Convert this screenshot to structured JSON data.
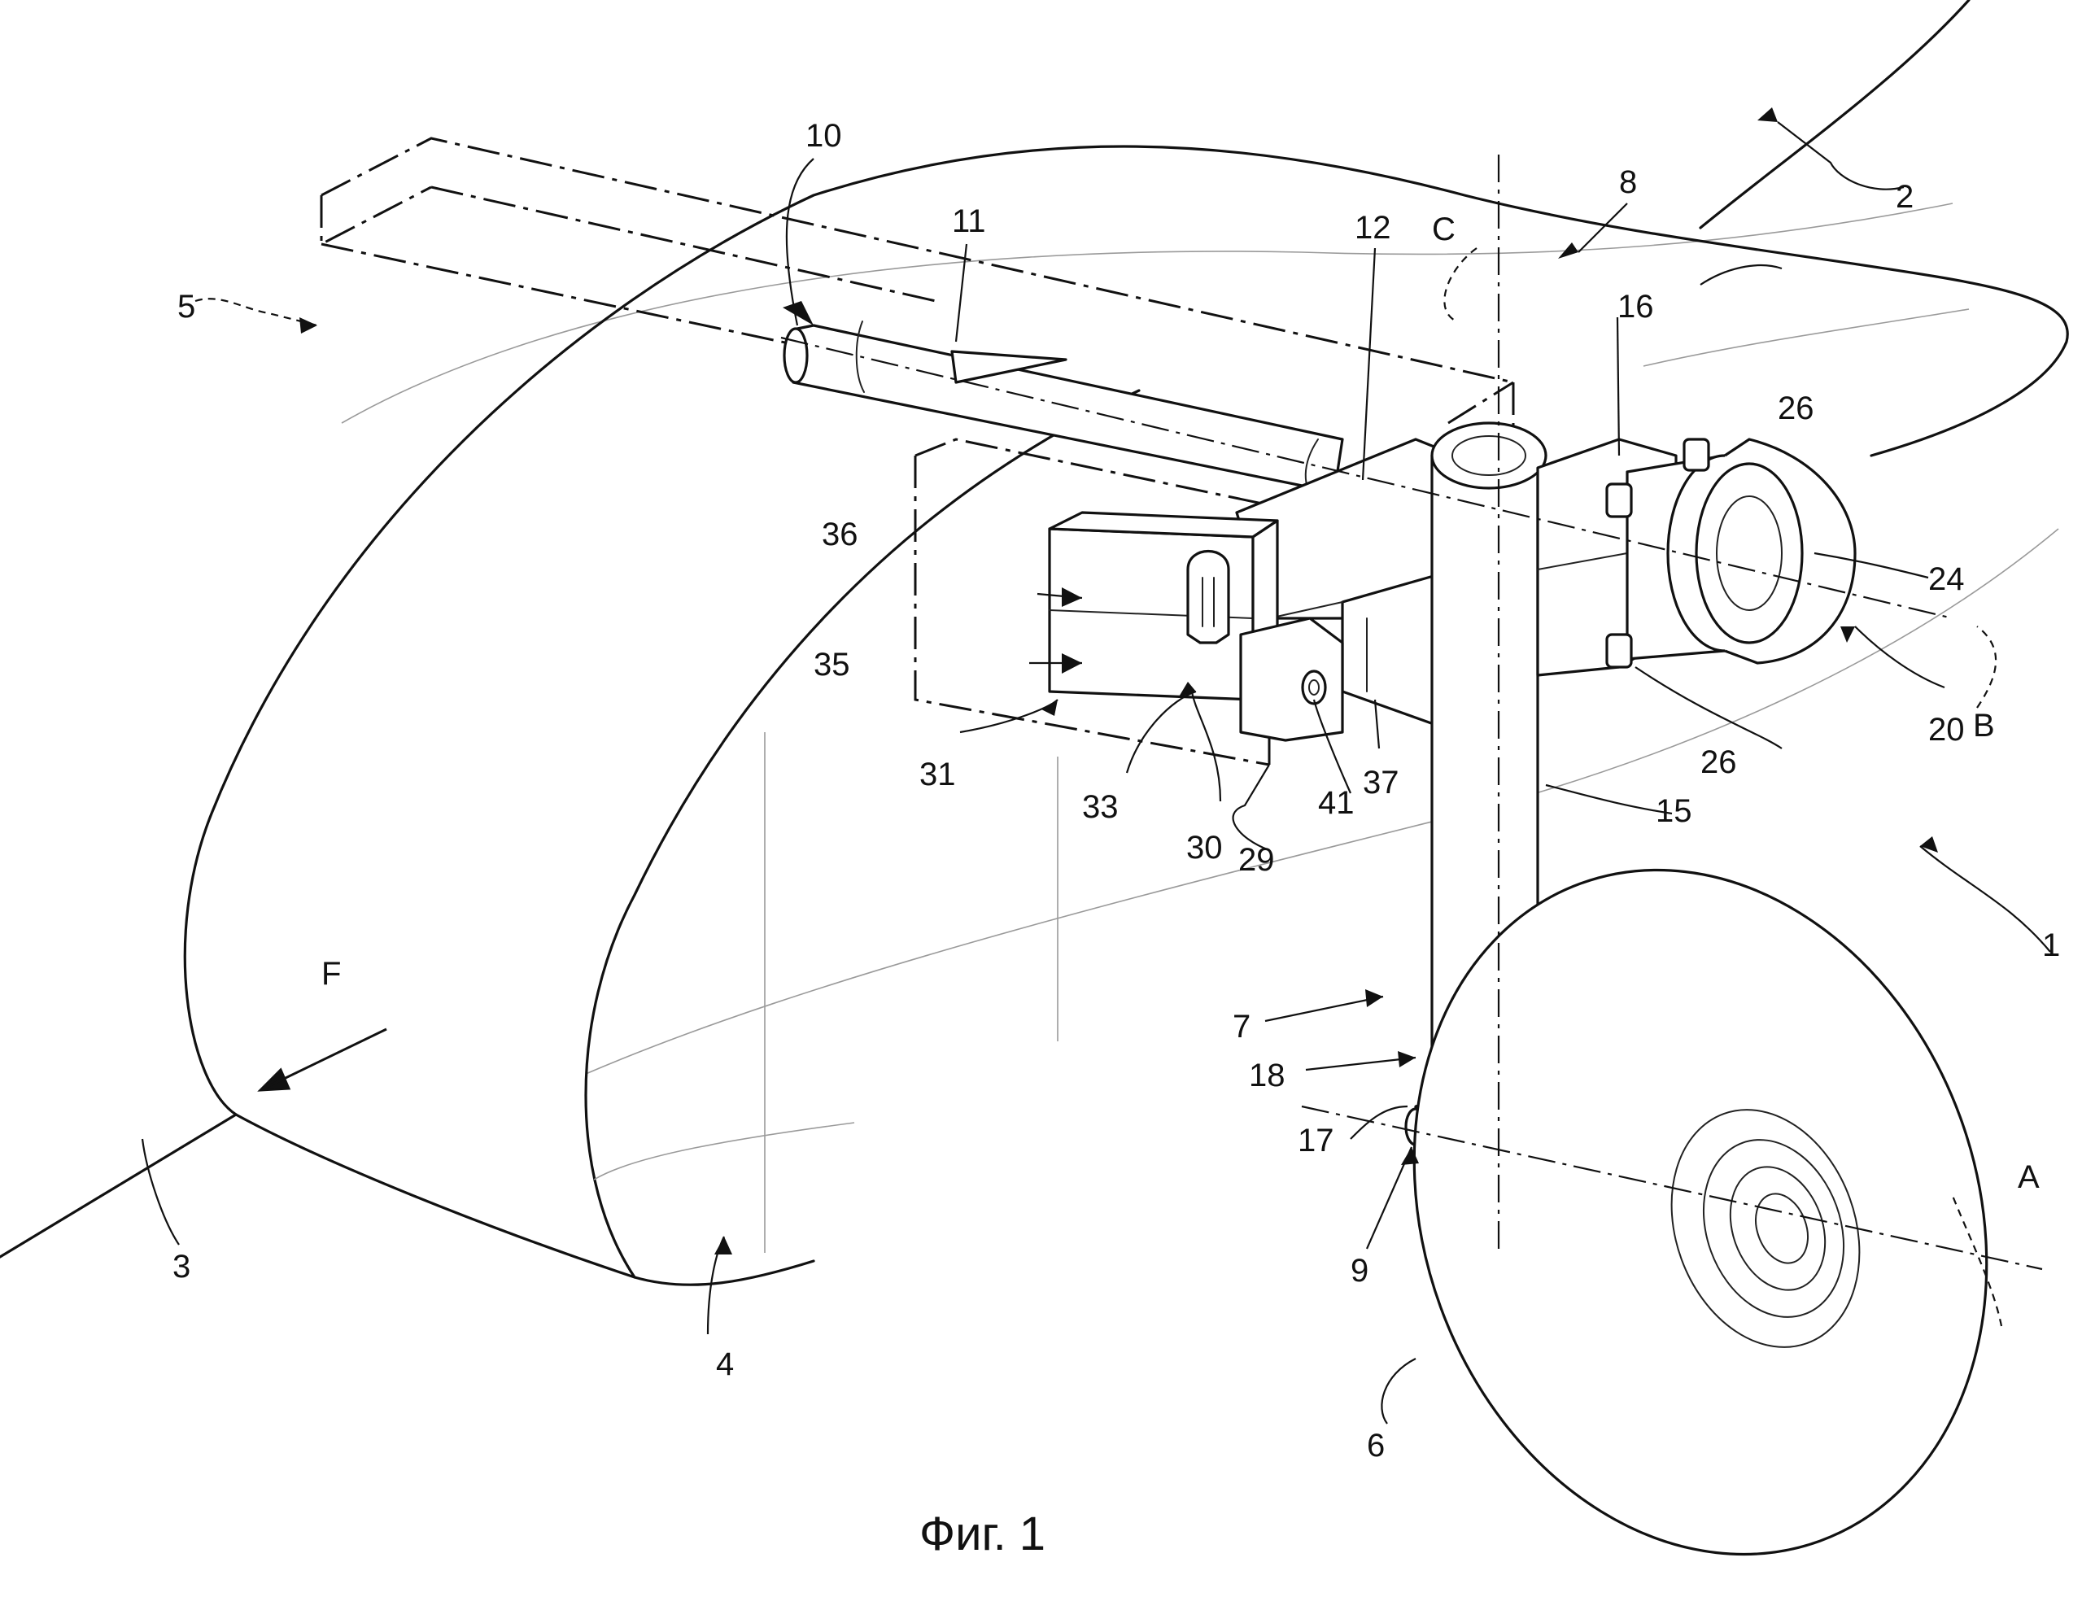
{
  "caption": "Фиг. 1",
  "labels": {
    "l1": "1",
    "l2": "2",
    "l3": "3",
    "l4": "4",
    "l5": "5",
    "l6": "6",
    "l7": "7",
    "l8": "8",
    "l9": "9",
    "l10": "10",
    "l11": "11",
    "l12": "12",
    "l15": "15",
    "l16": "16",
    "l17": "17",
    "l18": "18",
    "l20": "20",
    "l24": "24",
    "l26a": "26",
    "l26b": "26",
    "l29": "29",
    "l30": "30",
    "l31": "31",
    "l33": "33",
    "l35": "35",
    "l36": "36",
    "l37": "37",
    "l41": "41",
    "lA": "A",
    "lB": "B",
    "lC": "C",
    "lF": "F"
  }
}
